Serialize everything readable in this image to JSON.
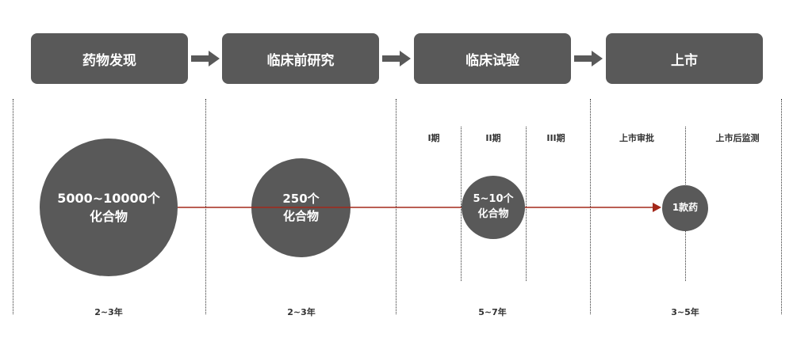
{
  "stages": [
    {
      "label": "药物发现"
    },
    {
      "label": "临床前研究"
    },
    {
      "label": "临床试验"
    },
    {
      "label": "上市"
    }
  ],
  "phases": {
    "p1": "I期",
    "p2": "II期",
    "p3": "III期",
    "approval": "上市审批",
    "monitoring": "上市后监测"
  },
  "circles": [
    {
      "line1": "5000~10000个",
      "line2": "化合物"
    },
    {
      "line1": "250个",
      "line2": "化合物"
    },
    {
      "line1": "5~10个",
      "line2": "化合物"
    },
    {
      "line1": "1款药"
    }
  ],
  "durations": [
    "2~3年",
    "2~3年",
    "5~7年",
    "3~5年"
  ],
  "colors": {
    "box": "#595959",
    "flow_arrow": "#a3281a",
    "dotted": "#333333"
  }
}
